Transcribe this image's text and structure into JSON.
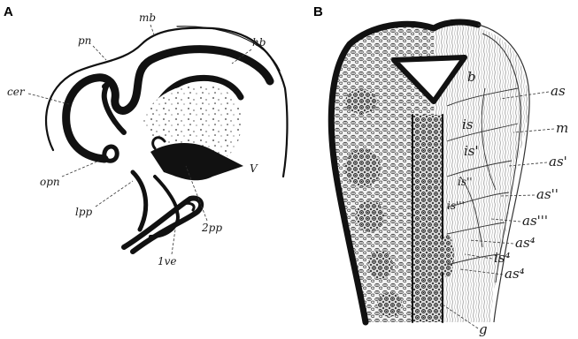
{
  "panels": {
    "a": {
      "letter": "A",
      "labels": {
        "mb": "mb",
        "pn": "pn",
        "hb": "hb",
        "cer": "cer",
        "opn": "opn",
        "lpp": "lpp",
        "v": "V",
        "pp2": "2pp",
        "ive": "1ve"
      }
    },
    "b": {
      "letter": "B",
      "labels": {
        "b": "b",
        "as": "as",
        "is": "is",
        "m": "m",
        "is1": "is'",
        "as1": "as'",
        "is2": "is''",
        "as2": "as''",
        "is3": "is'''",
        "as3": "as'''",
        "as4": "as⁴",
        "is4": "is⁴",
        "as5": "as⁴",
        "g": "g"
      }
    }
  },
  "style": {
    "ink": "#111111",
    "background": "#ffffff"
  }
}
